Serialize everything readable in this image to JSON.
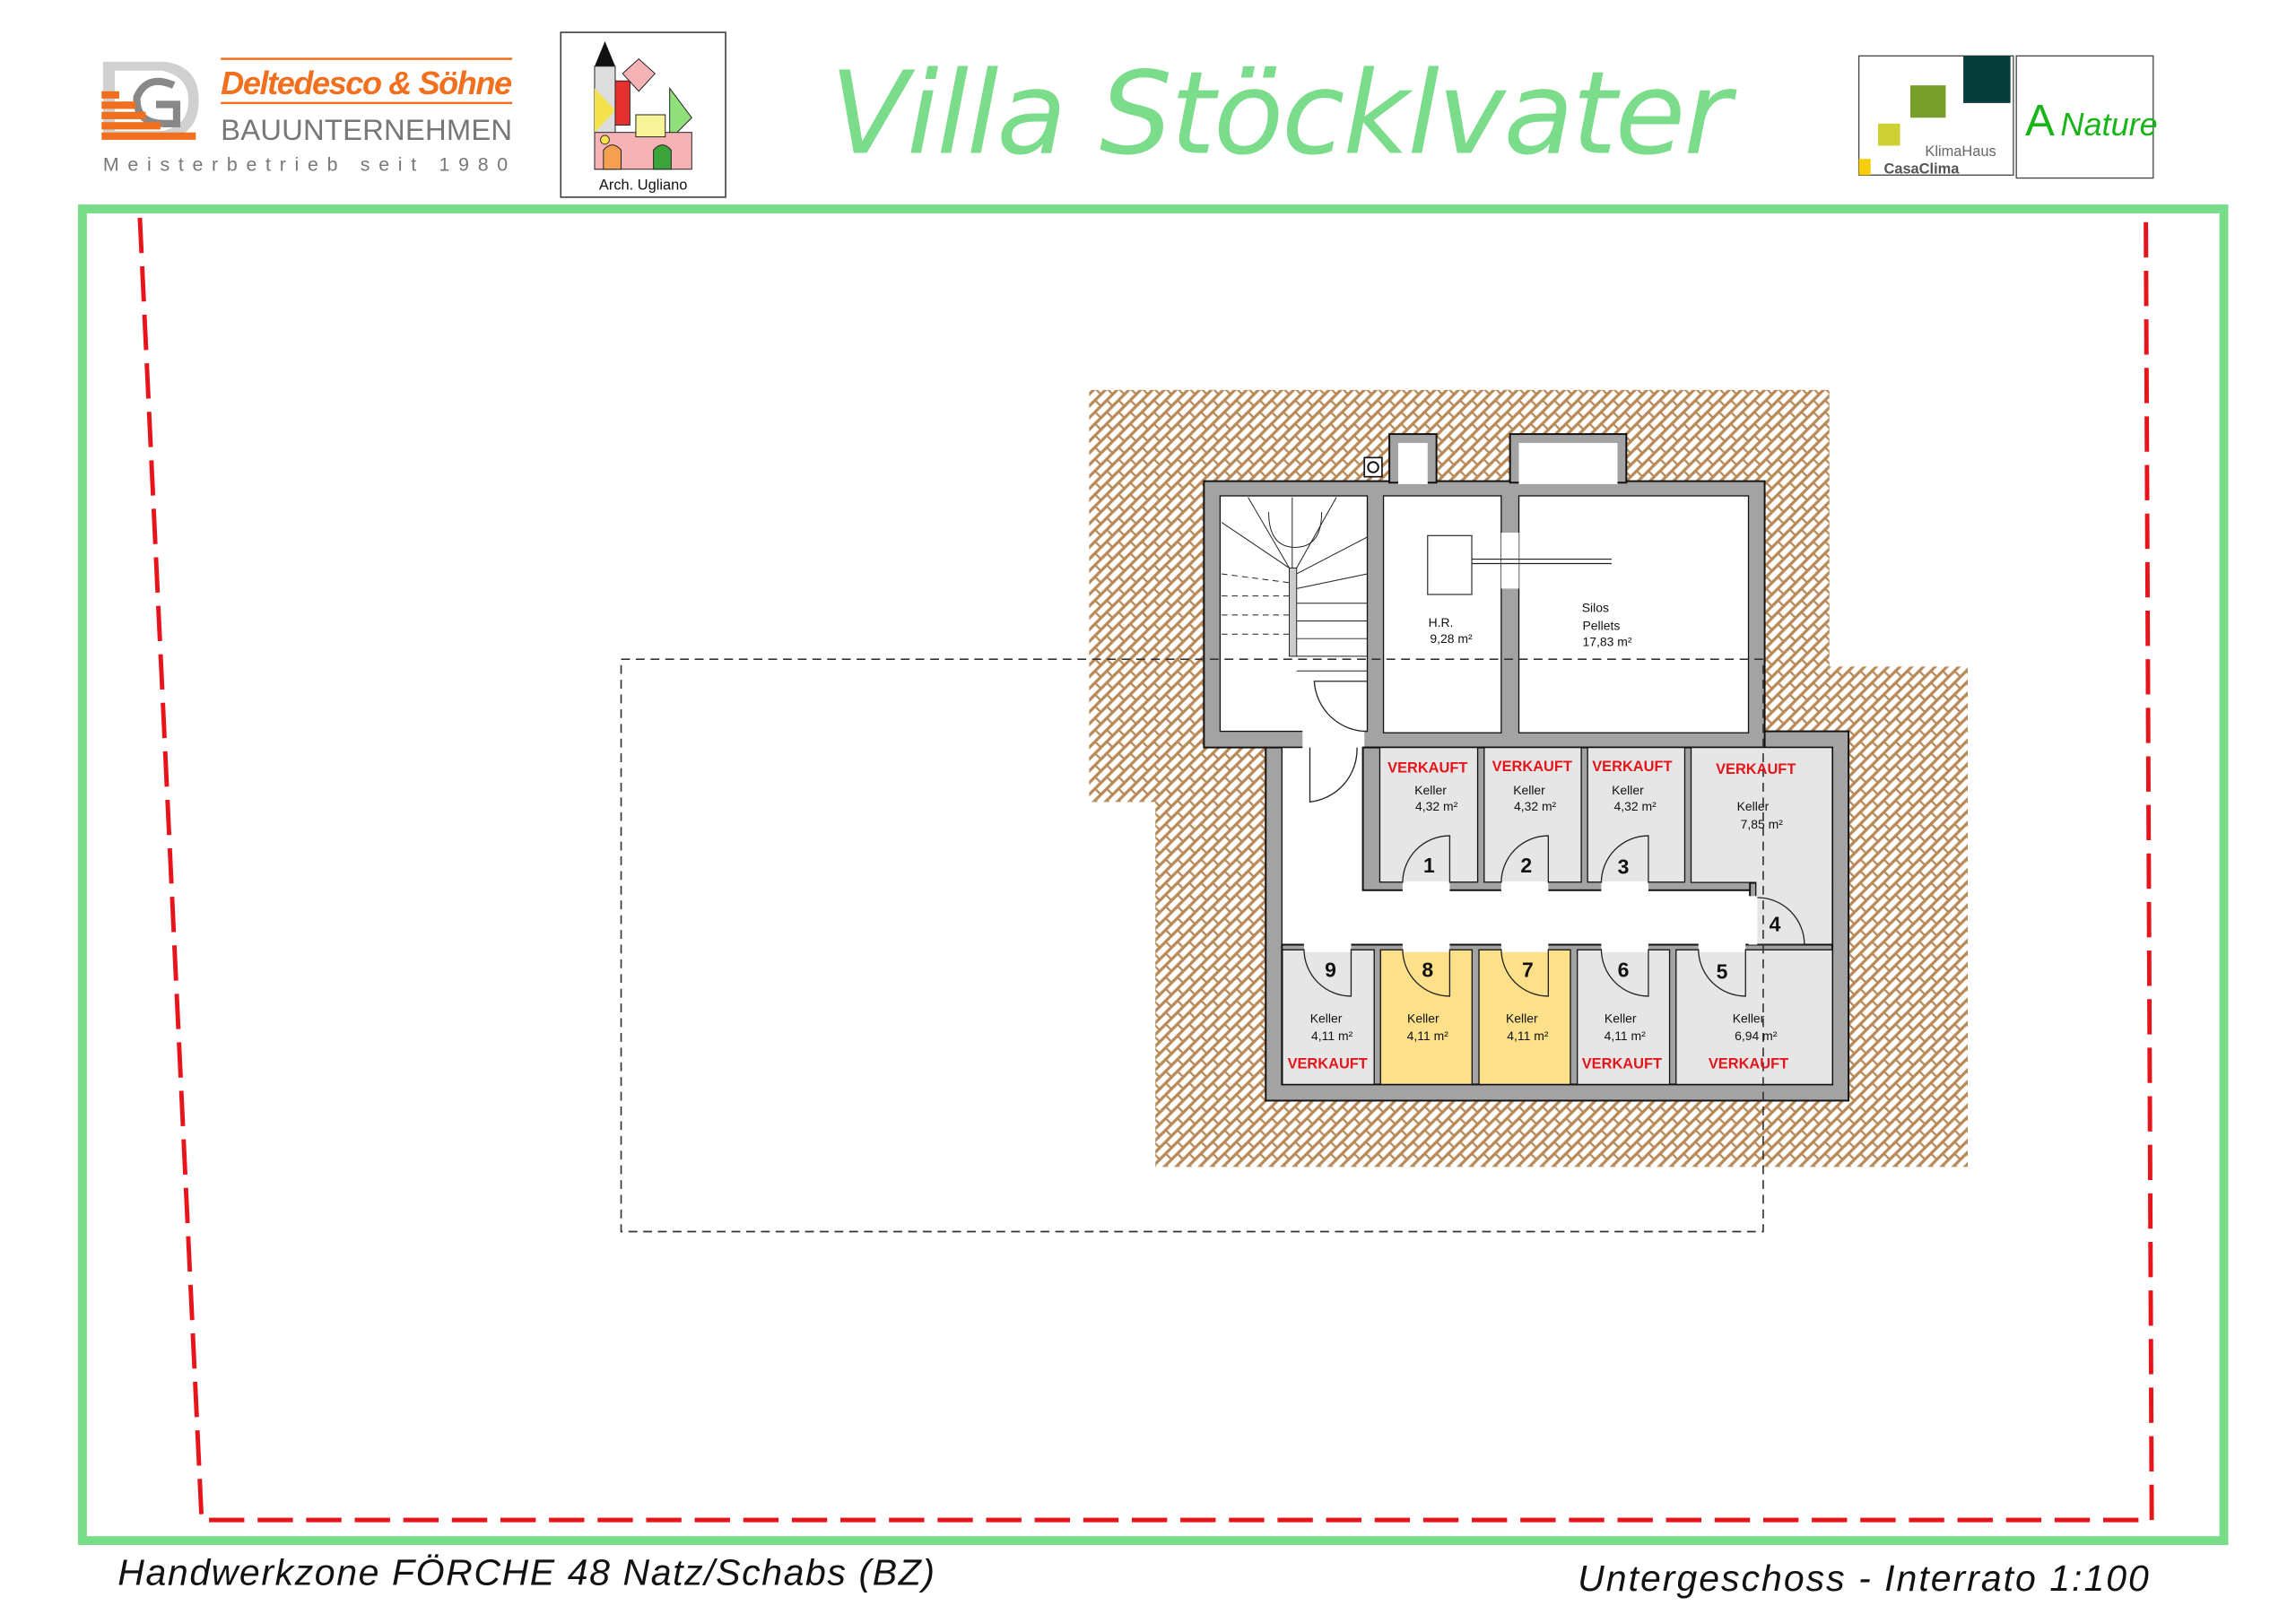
{
  "header": {
    "company_name": "Deltedesco & Söhne",
    "company_type": "BAUUNTERNEHMEN",
    "company_tagline": "Meisterbetrieb seit 1980",
    "architect": "Arch. Ugliano",
    "title": "Villa  Stöcklvater",
    "klimahaus": "KlimaHaus",
    "casaclima": "CasaClima",
    "class_letter": "A",
    "class_label": "Nature"
  },
  "footer": {
    "location": "Handwerkzone FÖRCHE 48 Natz/Schabs (BZ)",
    "floor": "Untergeschoss - Interrato  1:100"
  },
  "colors": {
    "frame": "#77dd88",
    "boundary": "#e8141b",
    "sold": "#e4141b",
    "available": "#fde08a",
    "brand_orange": "#f26f1d"
  },
  "technical_rooms": [
    {
      "name": "H.R.",
      "area": "9,28 m²"
    },
    {
      "name_line1": "Silos",
      "name_line2": "Pellets",
      "area": "17,83 m²"
    }
  ],
  "cellars": [
    {
      "number": "1",
      "name": "Keller",
      "area": "4,32 m²",
      "status": "VERKAUFT"
    },
    {
      "number": "2",
      "name": "Keller",
      "area": "4,32 m²",
      "status": "VERKAUFT"
    },
    {
      "number": "3",
      "name": "Keller",
      "area": "4,32 m²",
      "status": "VERKAUFT"
    },
    {
      "number": "4",
      "name": "Keller",
      "area": "7,85 m²",
      "status": "VERKAUFT"
    },
    {
      "number": "5",
      "name": "Keller",
      "area": "6,94 m²",
      "status": "VERKAUFT"
    },
    {
      "number": "6",
      "name": "Keller",
      "area": "4,11 m²",
      "status": "VERKAUFT"
    },
    {
      "number": "7",
      "name": "Keller",
      "area": "4,11 m²",
      "status": ""
    },
    {
      "number": "8",
      "name": "Keller",
      "area": "4,11 m²",
      "status": ""
    },
    {
      "number": "9",
      "name": "Keller",
      "area": "4,11 m²",
      "status": "VERKAUFT"
    }
  ]
}
